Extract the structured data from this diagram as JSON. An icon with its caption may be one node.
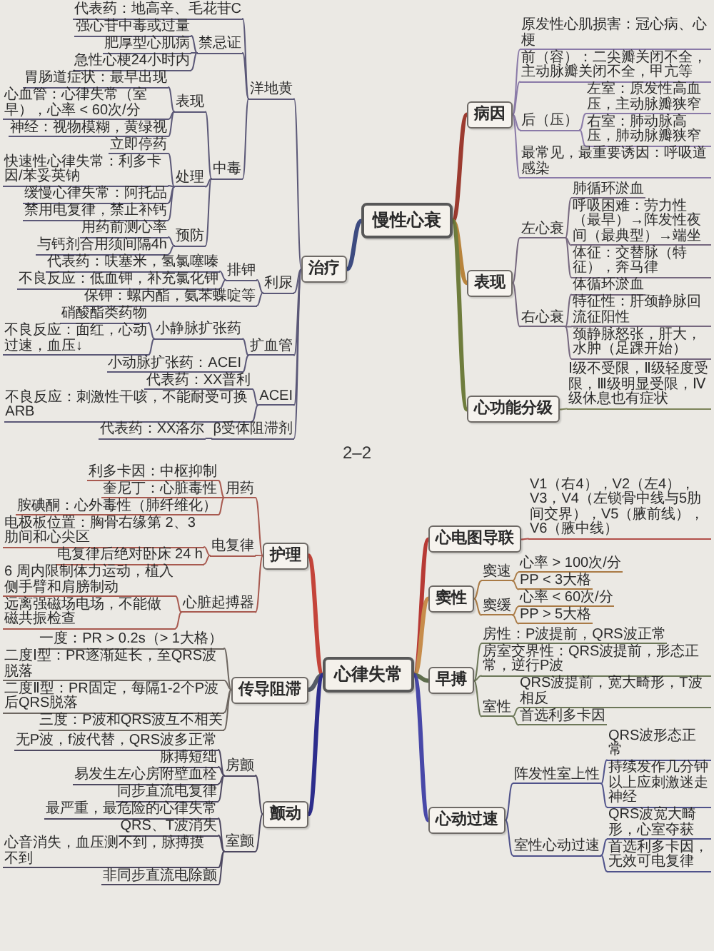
{
  "diagram": {
    "nodes": [
      {
        "text": [
          "慢性心衰"
        ]
      },
      {
        "text": [
          "病因"
        ]
      },
      {
        "text": [
          "原发性心肌损害：冠心病、心梗"
        ]
      },
      {
        "text": [
          "前（容）：二尖瓣关闭不全，主动脉瓣关闭不全，甲亢等"
        ]
      },
      {
        "text": [
          "后（压）"
        ]
      },
      {
        "text": [
          "左室：原发性高血压，主动脉瓣狭窄"
        ]
      },
      {
        "text": [
          "右室：肺动脉高压，肺动脉瓣狭窄"
        ]
      },
      {
        "text": [
          "最常见，最重要诱因：呼吸道感染"
        ]
      },
      {
        "text": [
          "表现"
        ]
      },
      {
        "text": [
          "左心衰"
        ]
      },
      {
        "text": [
          "肺循环淤血"
        ]
      },
      {
        "text": [
          "呼吸困难：劳力性（最早）→阵发性夜间（最典型）→端坐"
        ]
      },
      {
        "text": [
          "体征：交替脉（特征），奔马律"
        ]
      },
      {
        "text": [
          "右心衰"
        ]
      },
      {
        "text": [
          "体循环淤血"
        ]
      },
      {
        "text": [
          "特征性：肝颈静脉回流征阳性"
        ]
      },
      {
        "text": [
          "颈静脉怒张，肝大，水肿（足踝开始）"
        ]
      },
      {
        "text": [
          "心功能分级"
        ]
      },
      {
        "text": [
          "Ⅰ级不受限，Ⅱ级轻度受限，Ⅲ级明显受限，Ⅳ级休息也有症状"
        ]
      },
      {
        "text": [
          "治疗"
        ]
      },
      {
        "text": [
          "洋地黄"
        ]
      },
      {
        "text": [
          "代表药：地高辛、毛花苷C"
        ]
      },
      {
        "text": [
          "禁忌证"
        ]
      },
      {
        "text": [
          "强心苷中毒或过量"
        ]
      },
      {
        "text": [
          "肥厚型心肌病"
        ]
      },
      {
        "text": [
          "急性心梗24小时内"
        ]
      },
      {
        "text": [
          "中毒"
        ]
      },
      {
        "text": [
          "表现"
        ]
      },
      {
        "text": [
          "胃肠道症状：最早出现"
        ]
      },
      {
        "text": [
          "心血管：心律失常（室早），心率 < 60次/分"
        ]
      },
      {
        "text": [
          "神经：视物模糊，黄绿视"
        ]
      },
      {
        "text": [
          "处理"
        ]
      },
      {
        "text": [
          "立即停药"
        ]
      },
      {
        "text": [
          "快速性心律失常：利多卡因/苯妥英钠"
        ]
      },
      {
        "text": [
          "缓慢心律失常：阿托品"
        ]
      },
      {
        "text": [
          "禁用电复律，禁止补钙"
        ]
      },
      {
        "text": [
          "预防"
        ]
      },
      {
        "text": [
          "用药前测心率"
        ]
      },
      {
        "text": [
          "与钙剂合用须间隔4h"
        ]
      },
      {
        "text": [
          "利尿"
        ]
      },
      {
        "text": [
          "排钾"
        ]
      },
      {
        "text": [
          "代表药：呋塞米，氢氯噻嗪"
        ]
      },
      {
        "text": [
          "不良反应：低血钾，补充氯化钾"
        ]
      },
      {
        "text": [
          "保钾：螺内酯，氨苯蝶啶等"
        ]
      },
      {
        "text": [
          "扩血管"
        ]
      },
      {
        "text": [
          "小静脉扩张药"
        ]
      },
      {
        "text": [
          "硝酸酯类药物"
        ]
      },
      {
        "text": [
          "不良反应：面红，心动过速，血压↓"
        ]
      },
      {
        "text": [
          "小动脉扩张药：ACEI"
        ]
      },
      {
        "text": [
          "ACEI"
        ]
      },
      {
        "text": [
          "代表药：XX普利"
        ]
      },
      {
        "text": [
          "不良反应：刺激性干咳，不能耐受可换ARB"
        ]
      },
      {
        "text": [
          "β受体阻滞剂"
        ]
      },
      {
        "text": [
          "代表药：XX洛尔"
        ]
      },
      {
        "text": [
          "心律失常"
        ]
      },
      {
        "text": [
          "心电图导联"
        ]
      },
      {
        "text": [
          "V1（右4），V2（左4），V3，V4（左锁骨中线与5肋间交界），V5（腋前线），V6（腋中线）"
        ]
      },
      {
        "text": [
          "窦性"
        ]
      },
      {
        "text": [
          "窦速"
        ]
      },
      {
        "text": [
          "心率 > 100次/分"
        ]
      },
      {
        "text": [
          "PP < 3大格"
        ]
      },
      {
        "text": [
          "窦缓"
        ]
      },
      {
        "text": [
          "心率 < 60次/分"
        ]
      },
      {
        "text": [
          "PP > 5大格"
        ]
      },
      {
        "text": [
          "早搏"
        ]
      },
      {
        "text": [
          "房性：P波提前，QRS波正常"
        ]
      },
      {
        "text": [
          "房室交界性：QRS波提前，形态正常，逆行P波"
        ]
      },
      {
        "text": [
          "室性"
        ]
      },
      {
        "text": [
          "QRS波提前，宽大畸形，T波相反"
        ]
      },
      {
        "text": [
          "首选利多卡因"
        ]
      },
      {
        "text": [
          "心动过速"
        ]
      },
      {
        "text": [
          "阵发性室上性"
        ]
      },
      {
        "text": [
          "QRS波形态正常"
        ]
      },
      {
        "text": [
          "持续发作几分钟以上应刺激迷走神经"
        ]
      },
      {
        "text": [
          "室性心动过速"
        ]
      },
      {
        "text": [
          "QRS波宽大畸形，心室夺获"
        ]
      },
      {
        "text": [
          "首选利多卡因，无效可电复律"
        ]
      },
      {
        "text": [
          "护理"
        ]
      },
      {
        "text": [
          "用药"
        ]
      },
      {
        "text": [
          "利多卡因：中枢抑制"
        ]
      },
      {
        "text": [
          "奎尼丁：心脏毒性"
        ]
      },
      {
        "text": [
          "胺碘酮：心外毒性（肺纤维化）"
        ]
      },
      {
        "text": [
          "电复律"
        ]
      },
      {
        "text": [
          "电极板位置：胸骨右缘第 2、3 肋间和心尖区"
        ]
      },
      {
        "text": [
          "电复律后绝对卧床 24 h"
        ]
      },
      {
        "text": [
          "心脏起搏器"
        ]
      },
      {
        "text": [
          "6 周内限制体力运动，植入侧手臂和肩膀制动"
        ]
      },
      {
        "text": [
          "远离强磁场电场，不能做磁共振检查"
        ]
      },
      {
        "text": [
          "传导阻滞"
        ]
      },
      {
        "text": [
          "一度：PR > 0.2s（> 1大格）"
        ]
      },
      {
        "text": [
          "二度Ⅰ型：PR逐渐延长，至QRS波脱落"
        ]
      },
      {
        "text": [
          "二度Ⅱ型：PR固定，每隔1-2个P波后QRS脱落"
        ]
      },
      {
        "text": [
          "三度：P波和QRS波互不相关"
        ]
      },
      {
        "text": [
          "颤动"
        ]
      },
      {
        "text": [
          "房颤"
        ]
      },
      {
        "text": [
          "无P波，f波代替，QRS波多正常"
        ]
      },
      {
        "text": [
          "脉搏短绌"
        ]
      },
      {
        "text": [
          "易发生左心房附壁血栓"
        ]
      },
      {
        "text": [
          "同步直流电复律"
        ]
      },
      {
        "text": [
          "室颤"
        ]
      },
      {
        "text": [
          "最严重，最危险的心律失常"
        ]
      },
      {
        "text": [
          "QRS、T波消失"
        ]
      },
      {
        "text": [
          "心音消失，血压测不到，脉搏摸不到"
        ]
      },
      {
        "text": [
          "非同步直流电除颤"
        ]
      }
    ],
    "edges": [
      {
        "from": 0,
        "to": 1,
        "arrow": "none",
        "style": "thick",
        "color": "#9c3b30"
      },
      {
        "from": 1,
        "to": 2,
        "arrow": "none",
        "color": "#8a7aa8"
      },
      {
        "from": 1,
        "to": 3,
        "arrow": "none",
        "color": "#8a7aa8"
      },
      {
        "from": 1,
        "to": 4,
        "arrow": "none",
        "color": "#8a7aa8"
      },
      {
        "from": 4,
        "to": 5,
        "arrow": "none",
        "color": "#8a7aa8"
      },
      {
        "from": 4,
        "to": 6,
        "arrow": "none",
        "color": "#8a7aa8"
      },
      {
        "from": 1,
        "to": 7,
        "arrow": "none",
        "color": "#8a7aa8"
      },
      {
        "from": 0,
        "to": 8,
        "arrow": "none",
        "style": "thick",
        "color": "#b8843c"
      },
      {
        "from": 8,
        "to": 9,
        "arrow": "none",
        "color": "#75677e"
      },
      {
        "from": 9,
        "to": 10,
        "arrow": "none",
        "color": "#75677e"
      },
      {
        "from": 9,
        "to": 11,
        "arrow": "none",
        "color": "#75677e"
      },
      {
        "from": 9,
        "to": 12,
        "arrow": "none",
        "color": "#75677e"
      },
      {
        "from": 8,
        "to": 13,
        "arrow": "none",
        "color": "#75677e"
      },
      {
        "from": 13,
        "to": 14,
        "arrow": "none",
        "color": "#75677e"
      },
      {
        "from": 13,
        "to": 15,
        "arrow": "none",
        "color": "#75677e"
      },
      {
        "from": 13,
        "to": 16,
        "arrow": "none",
        "color": "#75677e"
      },
      {
        "from": 0,
        "to": 17,
        "arrow": "none",
        "style": "thick",
        "color": "#6f7d3d"
      },
      {
        "from": 17,
        "to": 18,
        "arrow": "none",
        "color": "#7d845a"
      },
      {
        "from": 0,
        "to": 19,
        "arrow": "none",
        "style": "thick",
        "color": "#3d4b80"
      },
      {
        "from": 19,
        "to": 20,
        "arrow": "none"
      },
      {
        "from": 20,
        "to": 21,
        "arrow": "none"
      },
      {
        "from": 20,
        "to": 22,
        "arrow": "none"
      },
      {
        "from": 22,
        "to": 23,
        "arrow": "none"
      },
      {
        "from": 22,
        "to": 24,
        "arrow": "none"
      },
      {
        "from": 22,
        "to": 25,
        "arrow": "none"
      },
      {
        "from": 20,
        "to": 26,
        "arrow": "none"
      },
      {
        "from": 26,
        "to": 27,
        "arrow": "none"
      },
      {
        "from": 27,
        "to": 28,
        "arrow": "none"
      },
      {
        "from": 27,
        "to": 29,
        "arrow": "none"
      },
      {
        "from": 27,
        "to": 30,
        "arrow": "none"
      },
      {
        "from": 26,
        "to": 31,
        "arrow": "none"
      },
      {
        "from": 31,
        "to": 32,
        "arrow": "none"
      },
      {
        "from": 31,
        "to": 33,
        "arrow": "none"
      },
      {
        "from": 31,
        "to": 34,
        "arrow": "none"
      },
      {
        "from": 31,
        "to": 35,
        "arrow": "none"
      },
      {
        "from": 26,
        "to": 36,
        "arrow": "none"
      },
      {
        "from": 36,
        "to": 37,
        "arrow": "none"
      },
      {
        "from": 36,
        "to": 38,
        "arrow": "none"
      },
      {
        "from": 19,
        "to": 39,
        "arrow": "none"
      },
      {
        "from": 39,
        "to": 40,
        "arrow": "none"
      },
      {
        "from": 40,
        "to": 41,
        "arrow": "none"
      },
      {
        "from": 40,
        "to": 42,
        "arrow": "none"
      },
      {
        "from": 39,
        "to": 43,
        "arrow": "none"
      },
      {
        "from": 19,
        "to": 44,
        "arrow": "none"
      },
      {
        "from": 44,
        "to": 45,
        "arrow": "none"
      },
      {
        "from": 45,
        "to": 46,
        "arrow": "none"
      },
      {
        "from": 45,
        "to": 47,
        "arrow": "none"
      },
      {
        "from": 44,
        "to": 48,
        "arrow": "none"
      },
      {
        "from": 19,
        "to": 49,
        "arrow": "none"
      },
      {
        "from": 49,
        "to": 50,
        "arrow": "none"
      },
      {
        "from": 49,
        "to": 51,
        "arrow": "none"
      },
      {
        "from": 19,
        "to": 52,
        "arrow": "none"
      },
      {
        "from": 52,
        "to": 53,
        "arrow": "none"
      },
      {
        "from": 54,
        "to": 55,
        "arrow": "none",
        "style": "thick",
        "color": "#b73a35"
      },
      {
        "from": 55,
        "to": 56,
        "arrow": "none",
        "color": "#b2504a"
      },
      {
        "from": 54,
        "to": 57,
        "arrow": "none",
        "style": "thick",
        "color": "#c78d4c"
      },
      {
        "from": 57,
        "to": 58,
        "arrow": "none",
        "color": "#a97a45"
      },
      {
        "from": 58,
        "to": 59,
        "arrow": "none",
        "color": "#a97a45"
      },
      {
        "from": 58,
        "to": 60,
        "arrow": "none",
        "color": "#a97a45"
      },
      {
        "from": 57,
        "to": 61,
        "arrow": "none",
        "color": "#a97a45"
      },
      {
        "from": 61,
        "to": 62,
        "arrow": "none",
        "color": "#a97a45"
      },
      {
        "from": 61,
        "to": 63,
        "arrow": "none",
        "color": "#a97a45"
      },
      {
        "from": 54,
        "to": 64,
        "arrow": "none",
        "style": "thick",
        "color": "#5e6d4d"
      },
      {
        "from": 64,
        "to": 65,
        "arrow": "none",
        "color": "#6c7758"
      },
      {
        "from": 64,
        "to": 66,
        "arrow": "none",
        "color": "#6c7758"
      },
      {
        "from": 64,
        "to": 67,
        "arrow": "none",
        "color": "#6c7758"
      },
      {
        "from": 67,
        "to": 68,
        "arrow": "none",
        "color": "#6c7758"
      },
      {
        "from": 67,
        "to": 69,
        "arrow": "none",
        "color": "#6c7758"
      },
      {
        "from": 54,
        "to": 70,
        "arrow": "none",
        "style": "thick",
        "color": "#4848a8"
      },
      {
        "from": 70,
        "to": 71,
        "arrow": "none",
        "color": "#4f528a"
      },
      {
        "from": 71,
        "to": 72,
        "arrow": "none",
        "color": "#4f528a"
      },
      {
        "from": 71,
        "to": 73,
        "arrow": "none",
        "color": "#4f528a"
      },
      {
        "from": 70,
        "to": 74,
        "arrow": "none",
        "color": "#4f528a"
      },
      {
        "from": 74,
        "to": 75,
        "arrow": "none",
        "color": "#4f528a"
      },
      {
        "from": 74,
        "to": 76,
        "arrow": "none",
        "color": "#4f528a"
      },
      {
        "from": 54,
        "to": 77,
        "arrow": "none",
        "style": "thick",
        "color": "#c4443a"
      },
      {
        "from": 77,
        "to": 78,
        "arrow": "none",
        "color": "#a85a50"
      },
      {
        "from": 78,
        "to": 79,
        "arrow": "none",
        "color": "#a85a50"
      },
      {
        "from": 78,
        "to": 80,
        "arrow": "none",
        "color": "#a85a50"
      },
      {
        "from": 78,
        "to": 81,
        "arrow": "none",
        "color": "#a85a50"
      },
      {
        "from": 77,
        "to": 82,
        "arrow": "none",
        "color": "#a85a50"
      },
      {
        "from": 82,
        "to": 83,
        "arrow": "none",
        "color": "#a85a50"
      },
      {
        "from": 82,
        "to": 84,
        "arrow": "none",
        "color": "#a85a50"
      },
      {
        "from": 77,
        "to": 85,
        "arrow": "none",
        "color": "#a85a50"
      },
      {
        "from": 85,
        "to": 86,
        "arrow": "none",
        "color": "#a85a50"
      },
      {
        "from": 85,
        "to": 87,
        "arrow": "none",
        "color": "#a85a50"
      },
      {
        "from": 54,
        "to": 88,
        "arrow": "none",
        "style": "thick",
        "color": "#555b66"
      },
      {
        "from": 88,
        "to": 89,
        "arrow": "none",
        "color": "#6d6660"
      },
      {
        "from": 88,
        "to": 90,
        "arrow": "none",
        "color": "#6d6660"
      },
      {
        "from": 88,
        "to": 91,
        "arrow": "none",
        "color": "#6d6660"
      },
      {
        "from": 88,
        "to": 92,
        "arrow": "none",
        "color": "#6d6660"
      },
      {
        "from": 54,
        "to": 93,
        "arrow": "none",
        "style": "thick",
        "color": "#2d2d8c"
      },
      {
        "from": 93,
        "to": 94,
        "arrow": "none",
        "color": "#4d4860"
      },
      {
        "from": 94,
        "to": 95,
        "arrow": "none",
        "color": "#4d4860"
      },
      {
        "from": 94,
        "to": 96,
        "arrow": "none",
        "color": "#4d4860"
      },
      {
        "from": 94,
        "to": 97,
        "arrow": "none",
        "color": "#4d4860"
      },
      {
        "from": 94,
        "to": 98,
        "arrow": "none",
        "color": "#4d4860"
      },
      {
        "from": 93,
        "to": 99,
        "arrow": "none",
        "color": "#4d4860"
      },
      {
        "from": 99,
        "to": 100,
        "arrow": "none",
        "color": "#4d4860"
      },
      {
        "from": 99,
        "to": 101,
        "arrow": "none",
        "color": "#4d4860"
      },
      {
        "from": 99,
        "to": 102,
        "arrow": "none",
        "color": "#4d4860"
      },
      {
        "from": 99,
        "to": 103,
        "arrow": "none",
        "color": "#4d4860"
      }
    ],
    "labels": [
      "2–2"
    ]
  }
}
